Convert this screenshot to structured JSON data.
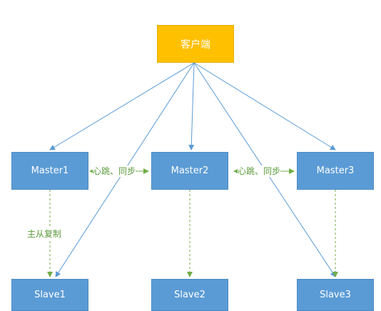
{
  "nodes": {
    "client": "客户端",
    "master1": "Master1",
    "master2": "Master2",
    "master3": "Master3",
    "slave1": "Slave1",
    "slave2": "Slave2",
    "slave3": "Slave3"
  },
  "edge_labels": {
    "heartbeat_sync_1": "心跳、同步",
    "heartbeat_sync_2": "心跳、同步",
    "master_slave_replication": "主从复制"
  },
  "colors": {
    "client_fill": "#ffc000",
    "node_fill": "#5b9bd5",
    "arrow_blue": "#5b9bd5",
    "arrow_green": "#70ad47",
    "label_green": "#5a9a3a"
  }
}
